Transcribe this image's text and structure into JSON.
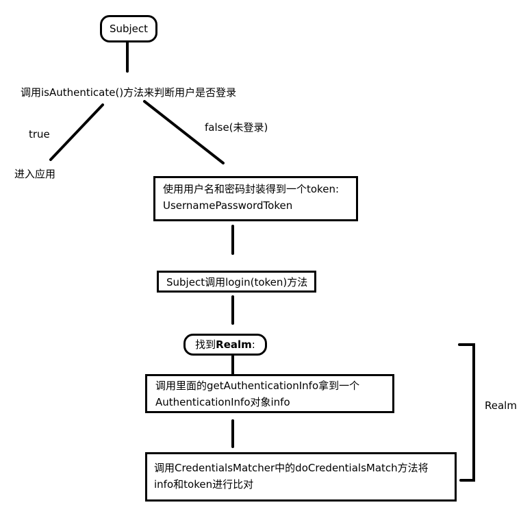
{
  "subject_label": "Subject",
  "question": "调用isAuthenticate()方法来判断用户是否登录",
  "true_label": "true",
  "false_label": "false(未登录)",
  "enter_app": "进入应用",
  "token_box": {
    "line1": "使用用户名和密码封装得到一个token:",
    "line2": "UsernamePasswordToken"
  },
  "login_box": "Subject调用login(token)方法",
  "realm_box": {
    "prefix": "找到",
    "bold": "Realm",
    "suffix": ":"
  },
  "info_box": {
    "line1": "调用里面的getAuthenticationInfo拿到一个",
    "line2": "AuthenticationInfo对象info"
  },
  "match_box": {
    "line1": "调用CredentialsMatcher中的doCredentialsMatch方法将",
    "line2": "info和token进行比对"
  },
  "bracket_label": "Realm"
}
